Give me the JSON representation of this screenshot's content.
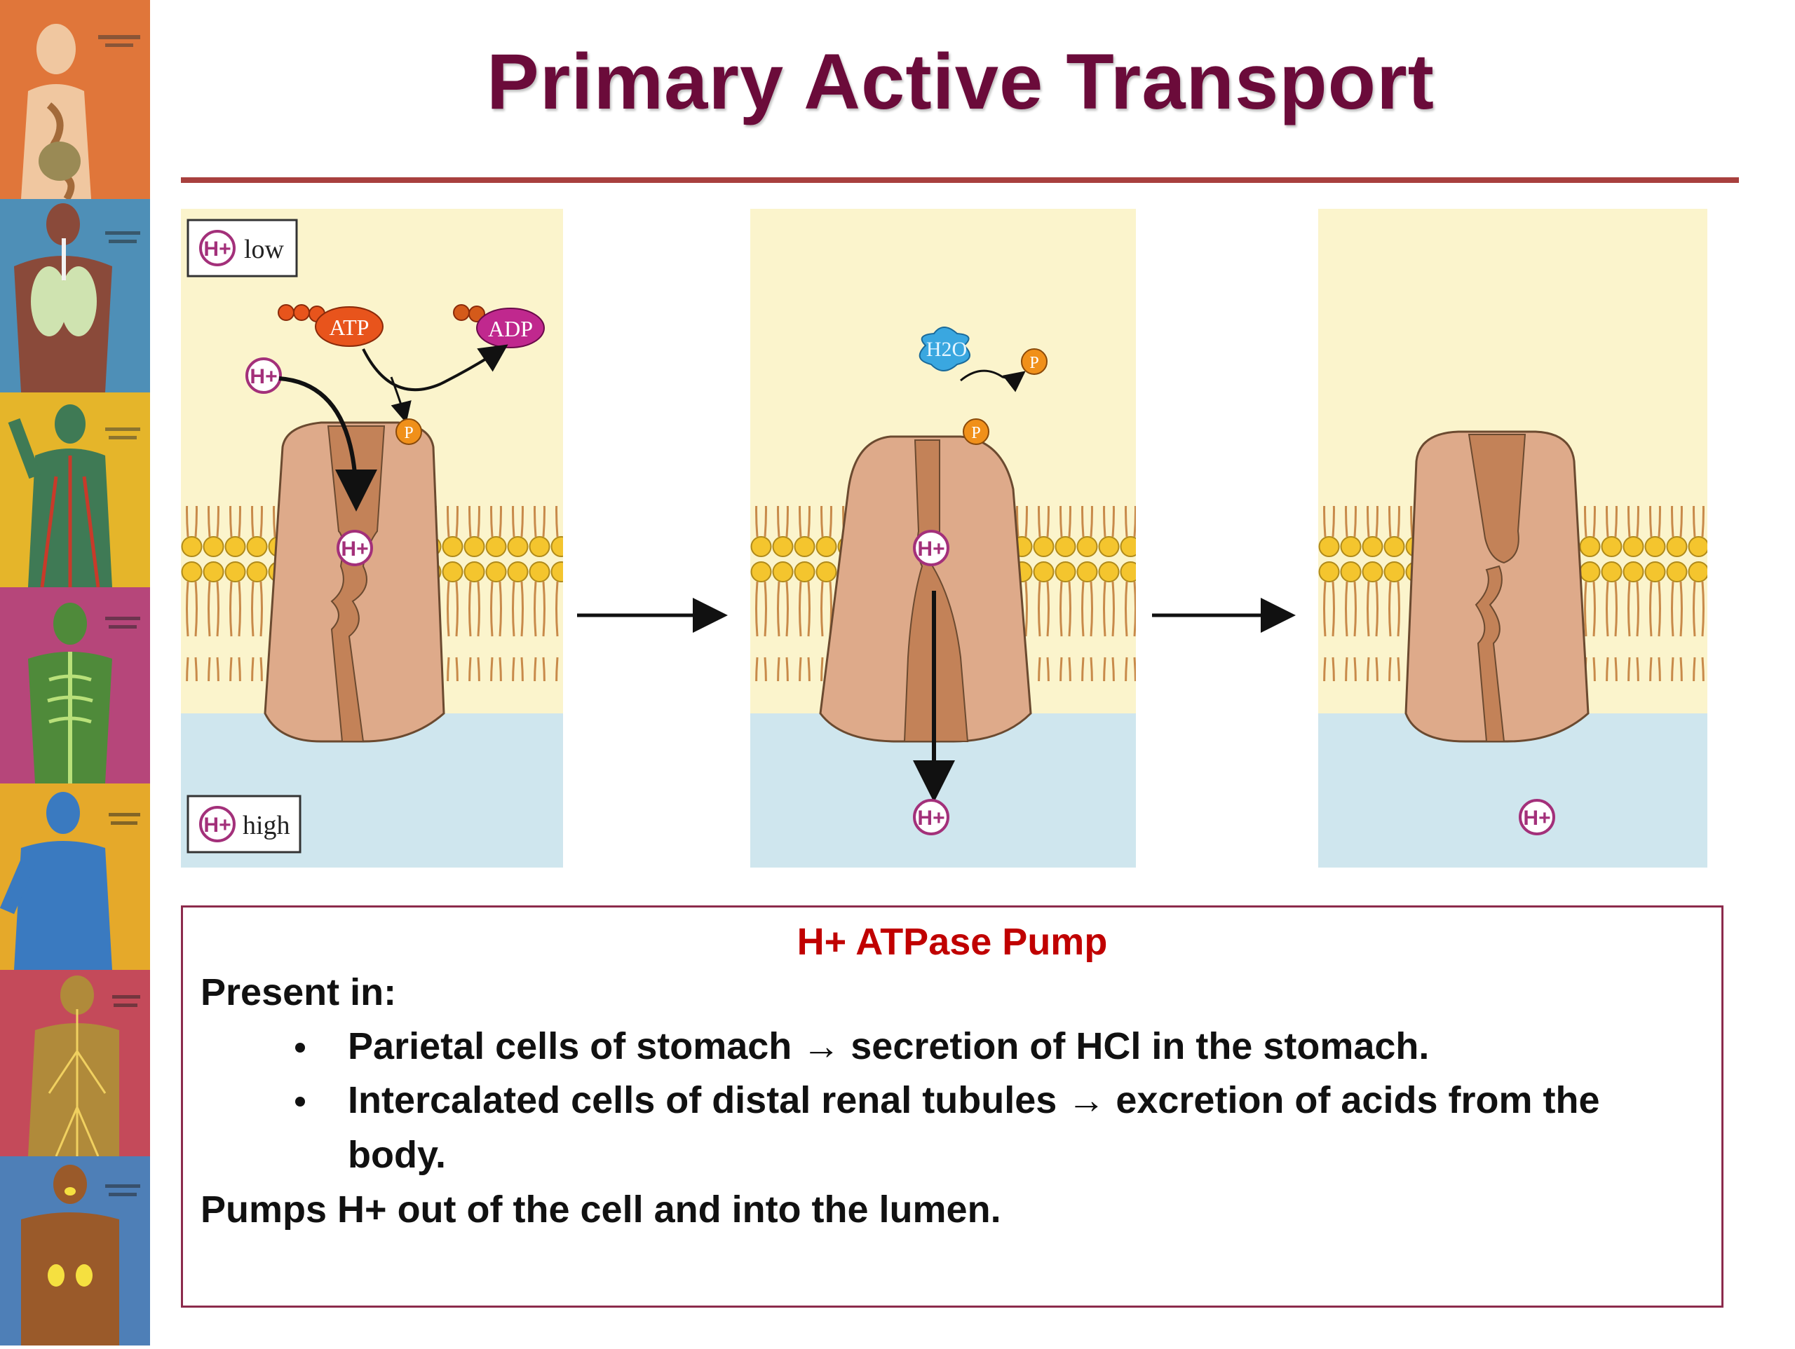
{
  "slide": {
    "title": "Primary Active Transport"
  },
  "diagram": {
    "panel1": {
      "legend_low": "low",
      "legend_high": "high",
      "atp_label": "ATP",
      "adp_label": "ADP",
      "proton_label": "H+",
      "phosphate_label": "P"
    },
    "panel2": {
      "water_label": "H2O",
      "proton_label": "H+",
      "phosphate_label": "P"
    },
    "panel3": {
      "proton_label": "H+"
    },
    "colors": {
      "extracellular": "#fbf4cc",
      "intracellular": "#cfe6ee",
      "protein": "#deaa8a",
      "channel": "#c38258",
      "lipid_head": "#f4c52e",
      "atp": "#e8541c",
      "adp": "#c0288e",
      "water": "#3aa7e0",
      "proton_ring": "#a3307a"
    }
  },
  "infobox": {
    "heading": "H+ ATPase Pump",
    "present_in": "Present in:",
    "bullets": [
      "Parietal cells of stomach → secretion of HCl in the stomach.",
      "Intercalated cells of distal renal tubules → excretion of acids from the",
      "body."
    ],
    "summary": "Pumps H+ out of the cell and into the lumen."
  },
  "sidebar": {
    "systems": [
      "digestive system",
      "respiratory system",
      "circulatory system",
      "skeletal system",
      "muscular system",
      "nervous system",
      "endocrine system"
    ]
  }
}
